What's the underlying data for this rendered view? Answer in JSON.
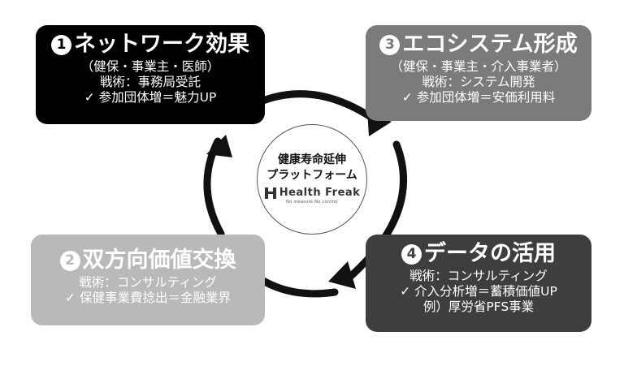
{
  "steps": [
    {
      "number": "1",
      "title": "ネットワーク効果",
      "lines": [
        "（健保・事業主・医師）",
        "戦術：事務局受託",
        "✓ 参加団体増＝魅力UP"
      ]
    },
    {
      "number": "2",
      "title": "双方向価値交換",
      "lines": [
        "戦術：コンサルティング",
        "✓ 保健事業費捻出＝金融業界"
      ]
    },
    {
      "number": "3",
      "title": "エコシステム形成",
      "lines": [
        "（健保・事業主・介入事業者）",
        "戦術：システム開発",
        "✓ 参加団体増＝安価利用料"
      ]
    },
    {
      "number": "4",
      "title": "データの活用",
      "lines": [
        "戦術：コンサルティング",
        "✓ 介入分析増＝蓄積価値UP",
        "例）厚労省PFS事業"
      ]
    }
  ],
  "center": {
    "title_line1": "健康寿命延伸",
    "title_line2": "プラットフォーム",
    "logo": {
      "name": "Health Freak",
      "tagline": "No measure No control"
    }
  },
  "colors": {
    "step1": "#000000",
    "step2": "#b9b9b9",
    "step3": "#7b7b7b",
    "step4": "#3e3e3e",
    "arrows": "#111111"
  }
}
